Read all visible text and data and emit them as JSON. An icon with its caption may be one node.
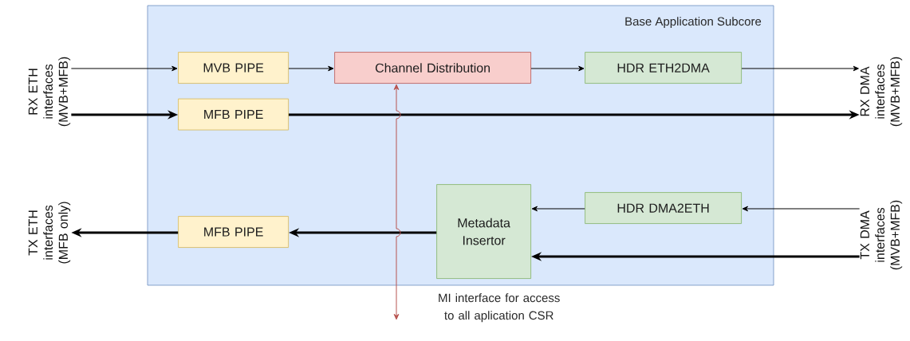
{
  "diagram": {
    "nodes": [
      {
        "text": [
          "Base Application Subcore"
        ]
      },
      {
        "text": [
          "MVB PIPE"
        ],
        "in": 0
      },
      {
        "text": [
          "Channel Distribution"
        ],
        "in": 0
      },
      {
        "text": [
          "HDR ETH2DMA"
        ],
        "in": 0
      },
      {
        "text": [
          "MFB PIPE"
        ],
        "in": 0
      },
      {
        "text": [
          "Metadata Insertor"
        ],
        "in": 0
      },
      {
        "text": [
          "HDR DMA2ETH"
        ],
        "in": 0
      },
      {
        "text": [
          "MFB PIPE"
        ],
        "in": 0
      },
      {
        "text": [
          "RX ETH interfaces (MVB+MFB)"
        ]
      },
      {
        "text": [
          "RX DMA interfaces (MVB+MFB)"
        ]
      },
      {
        "text": [
          "TX ETH interfaces (MFB only)"
        ]
      },
      {
        "text": [
          "TX DMA interfaces (MVB+MFB)"
        ]
      }
    ],
    "edges": [
      {
        "from": 8,
        "to": 1,
        "arrow": "to"
      },
      {
        "from": 1,
        "to": 2,
        "arrow": "to"
      },
      {
        "from": 2,
        "to": 3,
        "arrow": "to"
      },
      {
        "from": 3,
        "to": 9,
        "arrow": "to"
      },
      {
        "from": 8,
        "to": 4,
        "arrow": "to",
        "style": "thick"
      },
      {
        "from": 4,
        "to": 9,
        "arrow": "to",
        "style": "thick"
      },
      {
        "from": 11,
        "to": 6,
        "arrow": "to"
      },
      {
        "from": 6,
        "to": 5,
        "arrow": "to"
      },
      {
        "from": 11,
        "to": 5,
        "arrow": "to",
        "style": "thick"
      },
      {
        "from": 5,
        "to": 7,
        "arrow": "to",
        "style": "thick"
      },
      {
        "from": 7,
        "to": 10,
        "arrow": "to",
        "style": "thick"
      },
      {
        "from": 2,
        "to": null,
        "arrow": "both",
        "color": "#b85450"
      }
    ],
    "labels": [
      "MI interface for access to all aplication CSR"
    ]
  }
}
